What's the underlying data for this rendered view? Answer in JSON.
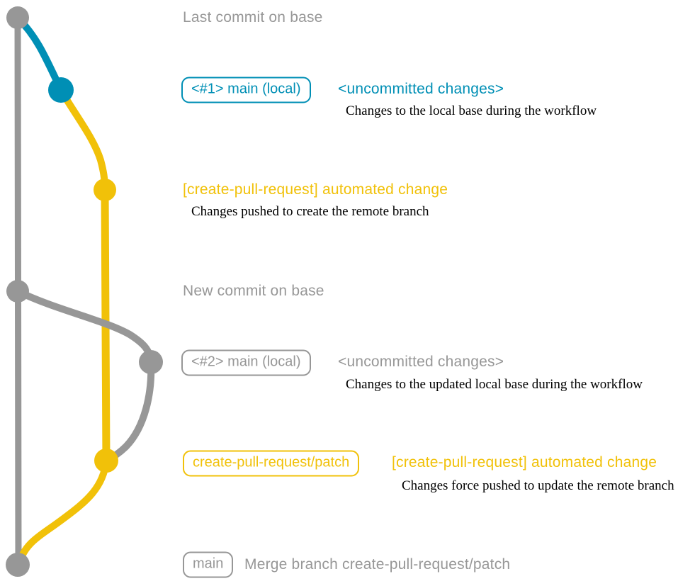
{
  "colors": {
    "gray": "#979797",
    "blue": "#008fb5",
    "yellow": "#f1c109",
    "annotation": "#000000",
    "background": "#ffffff"
  },
  "diagram": {
    "type": "git-branch-workflow",
    "branches": [
      {
        "name": "base",
        "color": "#979797"
      },
      {
        "name": "main (local)",
        "color": "#008fb5"
      },
      {
        "name": "create-pull-request/patch",
        "color": "#f1c109"
      }
    ],
    "commits": [
      {
        "id": "last-base",
        "color": "gray",
        "message": "Last commit on base"
      },
      {
        "id": "main-1",
        "color": "blue",
        "branch_label": "<#1> main (local)",
        "message": "<uncommitted changes>",
        "annotation": "Changes to the local base during the workflow"
      },
      {
        "id": "cpr-1",
        "color": "yellow",
        "message": "[create-pull-request] automated change",
        "annotation": "Changes pushed to create the remote branch"
      },
      {
        "id": "new-base",
        "color": "gray",
        "message": "New commit on base"
      },
      {
        "id": "main-2",
        "color": "gray",
        "branch_label": "<#2> main (local)",
        "message": "<uncommitted changes>",
        "annotation": "Changes to the updated local base during the workflow"
      },
      {
        "id": "cpr-2",
        "color": "yellow",
        "branch_label": "create-pull-request/patch",
        "message": "[create-pull-request] automated change",
        "annotation": "Changes force pushed to update the remote branch"
      },
      {
        "id": "merge",
        "color": "gray",
        "branch_label": "main",
        "message": "Merge branch create-pull-request/patch"
      }
    ]
  }
}
